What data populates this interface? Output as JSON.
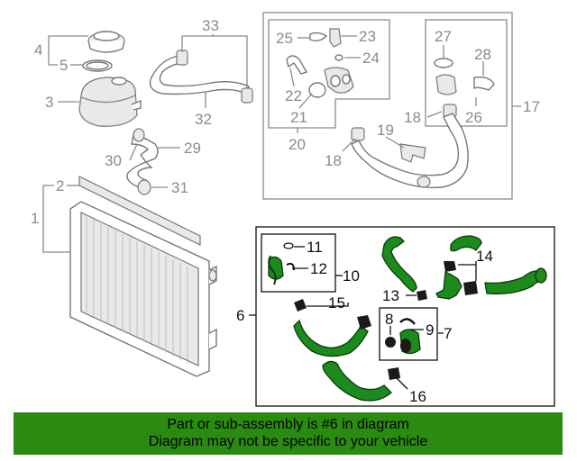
{
  "callouts": {
    "c1": "1",
    "c2": "2",
    "c3": "3",
    "c4": "4",
    "c5": "5",
    "c6": "6",
    "c7": "7",
    "c8": "8",
    "c9": "9",
    "c10": "10",
    "c11": "11",
    "c12": "12",
    "c13": "13",
    "c14": "14",
    "c15": "15",
    "c16": "16",
    "c17": "17",
    "c18a": "18",
    "c18b": "18",
    "c19": "19",
    "c20": "20",
    "c21": "21",
    "c22": "22",
    "c23": "23",
    "c24": "24",
    "c25": "25",
    "c26": "26",
    "c27": "27",
    "c28": "28",
    "c29": "29",
    "c30": "30",
    "c31": "31",
    "c32": "32",
    "c33": "33"
  },
  "banner": {
    "line1": "Part or sub-assembly is #6 in diagram",
    "line2": "Diagram may not be specific to your vehicle"
  },
  "colors": {
    "banner_bg": "#2b8a12",
    "highlight_part": "#1c8a1c",
    "greyed_part": "#8a8a8a"
  }
}
